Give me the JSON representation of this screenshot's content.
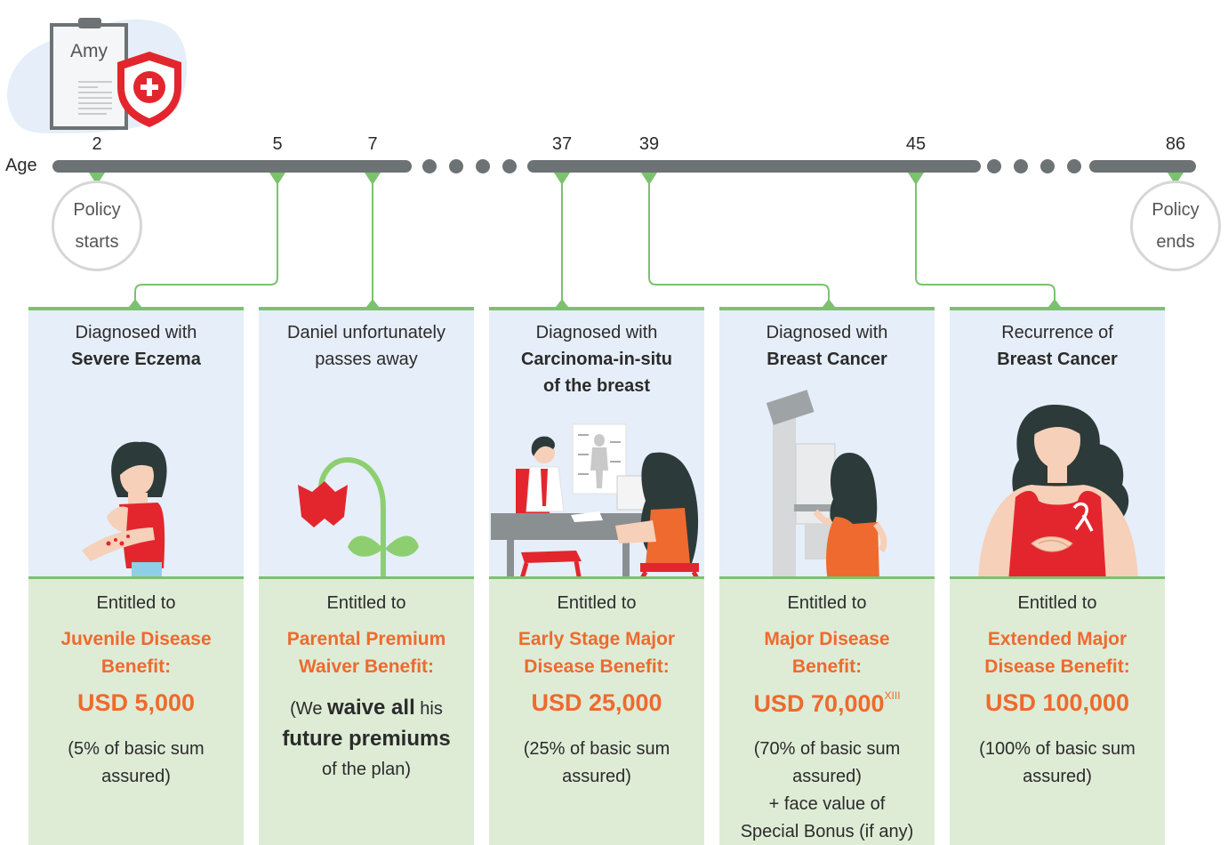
{
  "header": {
    "name": "Amy"
  },
  "timeline": {
    "label": "Age",
    "ages": [
      "2",
      "5",
      "7",
      "37",
      "39",
      "45",
      "86"
    ],
    "start_label": [
      "Policy",
      "starts"
    ],
    "end_label": [
      "Policy",
      "ends"
    ]
  },
  "cards": [
    {
      "event_line1": "Diagnosed with",
      "event_bold": [
        "Severe Eczema"
      ],
      "entitled": "Entitled to",
      "benefit": [
        "Juvenile Disease",
        "Benefit:"
      ],
      "amount": "USD 5,000",
      "note": [
        "(5% of basic sum",
        "assured)"
      ]
    },
    {
      "event_line1": "Daniel unfortunately",
      "event_line2": "passes away",
      "entitled": "Entitled to",
      "benefit": [
        "Parental Premium",
        "Waiver Benefit:"
      ],
      "waiver_pre": "(We ",
      "waiver_bold": "waive all",
      "waiver_post": " his",
      "waiver_big": "future premiums",
      "waiver_end": "of the plan)"
    },
    {
      "event_line1": "Diagnosed with",
      "event_bold": [
        "Carcinoma-in-situ",
        "of the breast"
      ],
      "entitled": "Entitled to",
      "benefit": [
        "Early Stage Major",
        "Disease Benefit:"
      ],
      "amount": "USD 25,000",
      "note": [
        "(25% of basic sum",
        "assured)"
      ]
    },
    {
      "event_line1": "Diagnosed with",
      "event_bold": [
        "Breast Cancer"
      ],
      "entitled": "Entitled to",
      "benefit": [
        "Major Disease",
        "Benefit:"
      ],
      "amount": "USD 70,000",
      "amount_sup": "XIII",
      "note": [
        "(70% of basic sum",
        "assured)",
        "+ face value of",
        "Special Bonus (if any)"
      ]
    },
    {
      "event_line1": "Recurrence of",
      "event_bold": [
        "Breast Cancer"
      ],
      "entitled": "Entitled to",
      "benefit": [
        "Extended Major",
        "Disease Benefit:"
      ],
      "amount": "USD 100,000",
      "note": [
        "(100% of basic sum",
        "assured)"
      ]
    }
  ],
  "colors": {
    "timeline": "#6d7274",
    "green": "#7cc26e",
    "orange": "#ee6a2e",
    "card_top": "#e6eef9",
    "card_bottom": "#deecd6",
    "red": "#e3262d"
  }
}
